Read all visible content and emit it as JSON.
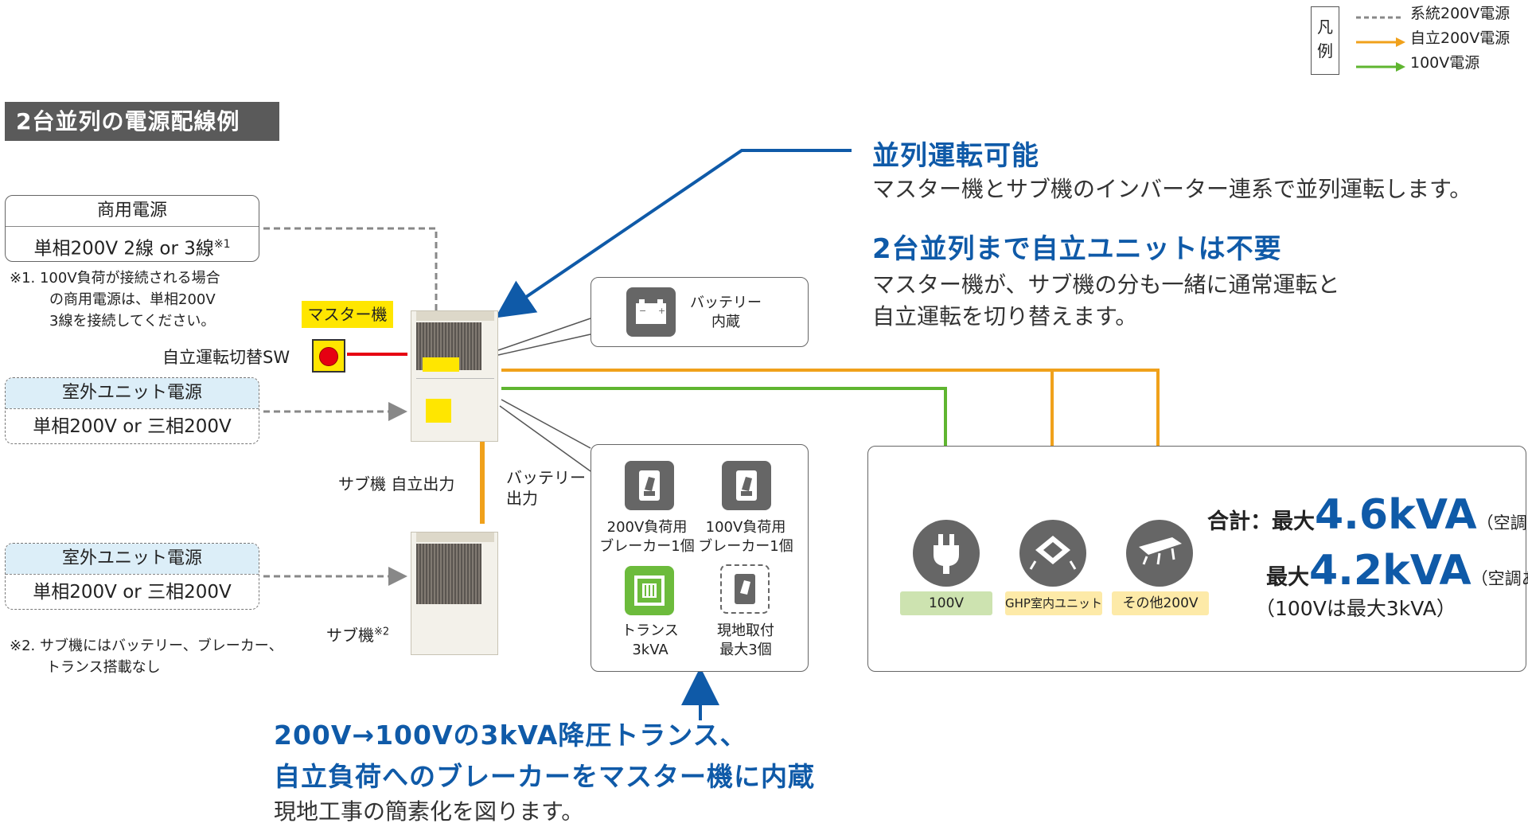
{
  "legend": {
    "title": "凡例",
    "items": [
      {
        "label": "系統200V電源",
        "style": "dashed",
        "color": "#888888"
      },
      {
        "label": "自立200V電源",
        "style": "arrow",
        "color": "#f0a11b"
      },
      {
        "label": "100V電源",
        "style": "arrow",
        "color": "#5fb530"
      }
    ]
  },
  "section_title": "2台並列の電源配線例",
  "commercial_power": {
    "title": "商用電源",
    "spec": "単相200V 2線 or 3線",
    "spec_mark": "※1",
    "note": [
      "※1. 100V負荷が接続される場合",
      "の商用電源は、単相200V",
      "3線を接続してください。"
    ]
  },
  "master_label": "マスター機",
  "switch_label": "自立運転切替SW",
  "outdoor_power_1": {
    "title": "室外ユニット電源",
    "spec": "単相200V or 三相200V"
  },
  "outdoor_power_2": {
    "title": "室外ユニット電源",
    "spec": "単相200V or 三相200V"
  },
  "sub_output_label": "サブ機 自立出力",
  "battery_output_label": [
    "バッテリー",
    "出力"
  ],
  "sub_label": "サブ機",
  "sub_mark": "※2",
  "sub_note": [
    "※2. サブ機にはバッテリー、ブレーカー、",
    "トランス搭載なし"
  ],
  "battery_box": {
    "label": [
      "バッテリー",
      "内蔵"
    ]
  },
  "breaker_box": {
    "breaker200": [
      "200V負荷用",
      "ブレーカー1個"
    ],
    "breaker100": [
      "100V負荷用",
      "ブレーカー1個"
    ],
    "trans": [
      "トランス",
      "3kVA"
    ],
    "site": [
      "現地取付",
      "最大3個"
    ]
  },
  "feature1": {
    "title": "並列運転可能",
    "desc": "マスター機とサブ機のインバーター連系で並列運転します。"
  },
  "feature2": {
    "title": "2台並列まで自立ユニットは不要",
    "desc": [
      "マスター機が、サブ機の分も一緒に通常運転と",
      "自立運転を切り替えます。"
    ]
  },
  "feature3": {
    "title": [
      "200V→100Vの3kVA降圧トランス、",
      "自立負荷へのブレーカーをマスター機に内蔵"
    ],
    "desc": "現地工事の簡素化を図ります。"
  },
  "loads": [
    {
      "label": "100V",
      "bg": "#cde3b0",
      "icon": "plug-icon"
    },
    {
      "label": "GHP室内ユニット",
      "bg": "#fdeaa8",
      "icon": "cassette-ac-icon"
    },
    {
      "label": "その他200V",
      "bg": "#fdeaa8",
      "icon": "ceiling-light-icon"
    }
  ],
  "total": {
    "prefix": "合計：",
    "row1_label": "最大",
    "row1_value": "4.6kVA",
    "row1_note": "（空調なし）",
    "row2_label": "最大",
    "row2_value": "4.2kVA",
    "row2_note": "（空調あり）",
    "row3": "（100Vは最大3kVA）"
  },
  "colors": {
    "orange": "#f0a11b",
    "green": "#5fb530",
    "blue": "#0f5aa8",
    "dash": "#888888",
    "red": "#e60012"
  }
}
